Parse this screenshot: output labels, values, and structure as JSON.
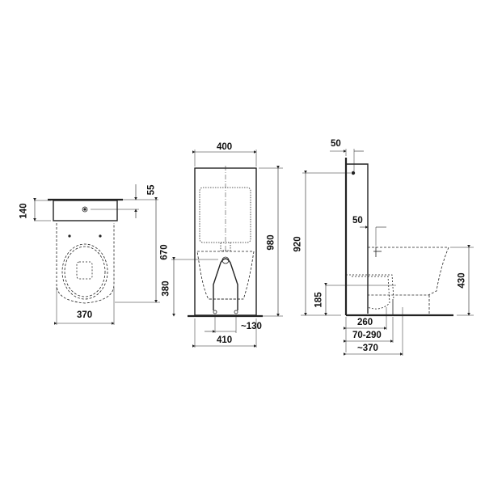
{
  "drawing": {
    "type": "technical-dimension-drawing",
    "subject": "close-coupled floor-standing WC with cistern",
    "units": "mm",
    "views": [
      {
        "name": "top-view",
        "dimensions": {
          "d140": "140",
          "d55": "55",
          "d670": "670",
          "d370": "370"
        }
      },
      {
        "name": "front-view",
        "dimensions": {
          "d400": "400",
          "d980": "980",
          "d380": "380",
          "d130": "~130",
          "d410": "410"
        }
      },
      {
        "name": "side-view",
        "dimensions": {
          "d50_top": "50",
          "d920": "920",
          "d50_mid": "50",
          "d430": "430",
          "d185": "185",
          "d260": "260",
          "d70_290": "70-290",
          "d370": "~370"
        }
      }
    ]
  }
}
